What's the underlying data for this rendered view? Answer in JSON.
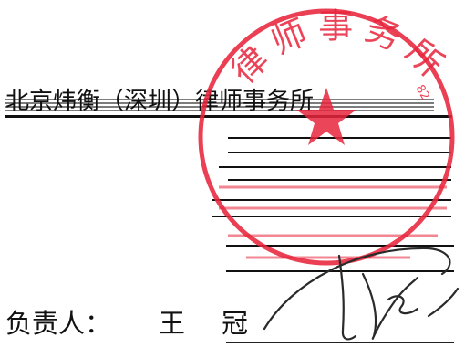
{
  "firm": {
    "name_line": "北京炜衡（深圳）律师事务所"
  },
  "seal": {
    "arc_text": "律师事务所",
    "code": "82",
    "color": "#e8243c"
  },
  "responsible": {
    "label": "负责人：",
    "name": "王冠"
  },
  "signature": {
    "ink": "#2a2a2a"
  }
}
